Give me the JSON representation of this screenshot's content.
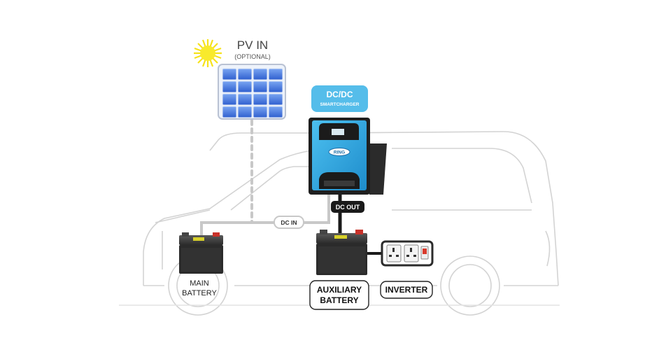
{
  "pv": {
    "title": "PV IN",
    "subtitle": "(OPTIONAL)"
  },
  "charger": {
    "badge_title": "DC/DC",
    "badge_subtitle": "SMARTCHARGER",
    "logo": "RING"
  },
  "connections": {
    "dc_in": "DC IN",
    "dc_out": "DC OUT"
  },
  "main_battery": {
    "line1": "MAIN",
    "line2": "BATTERY"
  },
  "aux_battery": {
    "line1": "AUXILIARY",
    "line2": "BATTERY"
  },
  "inverter": {
    "label": "INVERTER"
  },
  "colors": {
    "charger_blue": "#33a9e0",
    "badge_blue": "#55bdea",
    "panel_blue": "#3a6fd8",
    "cable": "#c8c8c8",
    "van_outline": "#d3d3d3",
    "sun": "#f6e21a",
    "battery_body": "#2b2b2b"
  },
  "icons": [
    "sun-icon",
    "solar-panel-icon",
    "charger-icon",
    "battery-icon",
    "socket-icon",
    "switch-icon"
  ]
}
